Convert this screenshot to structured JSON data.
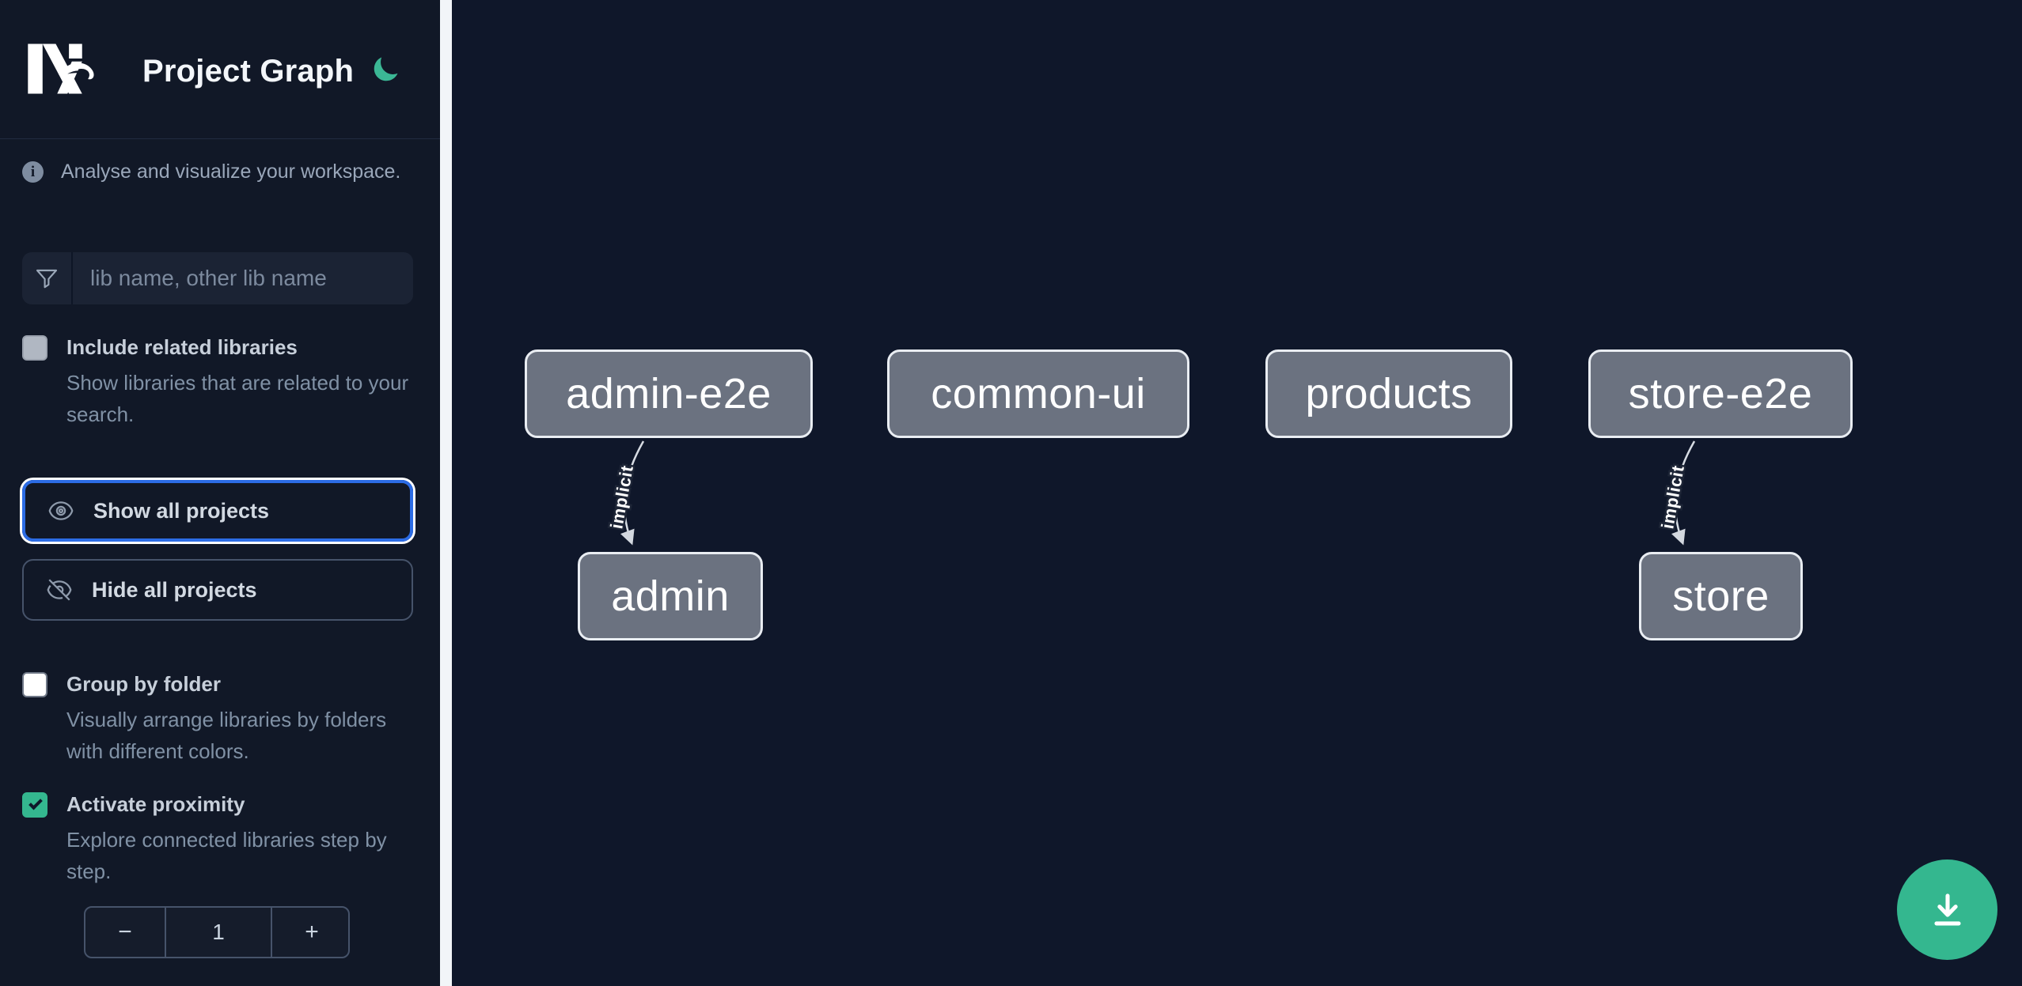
{
  "app": {
    "title": "Project Graph"
  },
  "colors": {
    "accent_green": "#34b78f",
    "focus_blue": "#2c6ce5",
    "node_fill": "#6b7280",
    "node_border": "#e9edf2",
    "edge": "#d7dce3",
    "sidebar_bg": "#111827",
    "canvas_bg": "#0f172a"
  },
  "sidebar": {
    "logo": "nx-logo",
    "title": "Project Graph",
    "theme_icon": "moon-icon",
    "info": {
      "icon": "info-icon",
      "text": "Analyse and visualize your workspace."
    },
    "search": {
      "icon": "funnel-icon",
      "placeholder": "lib name, other lib name",
      "value": ""
    },
    "toggles": [
      {
        "label": "Include related libraries",
        "description": "Show libraries that are related to your search.",
        "checked": false,
        "disabled": true
      },
      {
        "label": "Group by folder",
        "description": "Visually arrange libraries by folders with different colors.",
        "checked": false,
        "disabled": false
      },
      {
        "label": "Activate proximity",
        "description": "Explore connected libraries step by step.",
        "checked": true,
        "disabled": false
      }
    ],
    "buttons": [
      {
        "icon": "eye-icon",
        "label": "Show all projects",
        "focused": true
      },
      {
        "icon": "eye-slash-icon",
        "label": "Hide all projects",
        "focused": false
      }
    ],
    "proximity_stepper": {
      "decrement": "−",
      "value": "1",
      "increment": "+"
    }
  },
  "graph": {
    "nodes": [
      {
        "label": "admin-e2e"
      },
      {
        "label": "common-ui"
      },
      {
        "label": "products"
      },
      {
        "label": "store-e2e"
      },
      {
        "label": "admin"
      },
      {
        "label": "store"
      }
    ],
    "edges": [
      {
        "from": "admin-e2e",
        "to": "admin",
        "label": "implicit"
      },
      {
        "from": "store-e2e",
        "to": "store",
        "label": "implicit"
      }
    ],
    "download_button": {
      "icon": "download-icon"
    }
  }
}
